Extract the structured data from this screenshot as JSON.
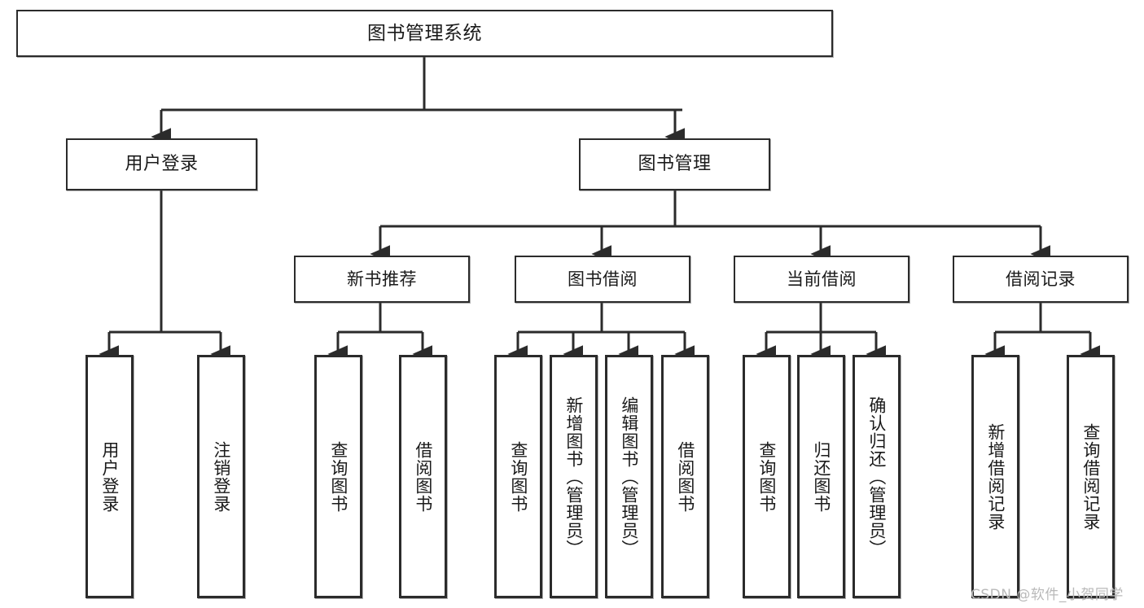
{
  "diagram": {
    "type": "tree",
    "title": "图书管理系统",
    "root": {
      "id": "root",
      "label": "图书管理系统"
    },
    "level2": [
      {
        "id": "user-login",
        "label": "用户登录"
      },
      {
        "id": "book-manage",
        "label": "图书管理"
      }
    ],
    "level3": [
      {
        "id": "new-book-recommend",
        "label": "新书推荐",
        "parent": "book-manage"
      },
      {
        "id": "book-borrow",
        "label": "图书借阅",
        "parent": "book-manage"
      },
      {
        "id": "current-borrow",
        "label": "当前借阅",
        "parent": "book-manage"
      },
      {
        "id": "borrow-record",
        "label": "借阅记录",
        "parent": "book-manage"
      }
    ],
    "leaves": [
      {
        "id": "leaf-user-login",
        "label": "用户登录",
        "parent": "user-login"
      },
      {
        "id": "leaf-user-logout",
        "label": "注销登录",
        "parent": "user-login"
      },
      {
        "id": "leaf-query-book-1",
        "label": "查询图书",
        "parent": "new-book-recommend"
      },
      {
        "id": "leaf-borrow-book-1",
        "label": "借阅图书",
        "parent": "new-book-recommend"
      },
      {
        "id": "leaf-query-book-2",
        "label": "查询图书",
        "parent": "book-borrow"
      },
      {
        "id": "leaf-add-book",
        "label": "新增图书（管理员）",
        "parent": "book-borrow"
      },
      {
        "id": "leaf-edit-book",
        "label": "编辑图书（管理员）",
        "parent": "book-borrow"
      },
      {
        "id": "leaf-borrow-book-2",
        "label": "借阅图书",
        "parent": "book-borrow"
      },
      {
        "id": "leaf-query-book-3",
        "label": "查询图书",
        "parent": "current-borrow"
      },
      {
        "id": "leaf-return-book",
        "label": "归还图书",
        "parent": "current-borrow"
      },
      {
        "id": "leaf-confirm-return",
        "label": "确认归还（管理员）",
        "parent": "current-borrow"
      },
      {
        "id": "leaf-add-record",
        "label": "新增借阅记录",
        "parent": "borrow-record"
      },
      {
        "id": "leaf-query-record",
        "label": "查询借阅记录",
        "parent": "borrow-record"
      }
    ],
    "colors": {
      "stroke": "#2b2b2b",
      "fill": "#ffffff",
      "text": "#1a1a1a",
      "watermark": "#b9b9b9"
    }
  },
  "watermark": {
    "text": "CSDN @软件_小贺同学"
  }
}
